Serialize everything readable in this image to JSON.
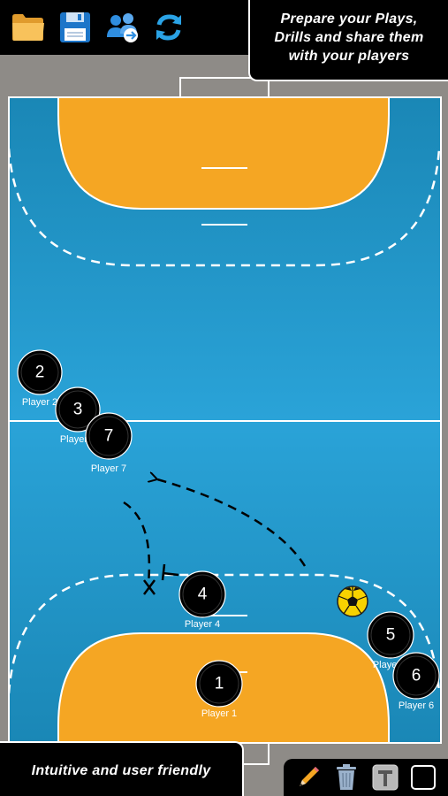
{
  "toolbar": {
    "icons": [
      "folder-icon",
      "save-icon",
      "share-players-icon",
      "sync-icon"
    ]
  },
  "promo_top": {
    "line1": "Prepare your Plays,",
    "line2": "Drills and share them",
    "line3": "with your players"
  },
  "promo_bottom": {
    "text": "Intuitive and user friendly"
  },
  "tools": {
    "icons": [
      "pencil-icon",
      "trash-icon",
      "text-tool-icon",
      "square-tool-icon"
    ]
  },
  "court": {
    "court_color": "#1f9ccd",
    "goal_area_color": "#f5a623",
    "surround_color": "#8e8b87",
    "line_color": "#ffffff"
  },
  "players": [
    {
      "number": "2",
      "label": "Player 2"
    },
    {
      "number": "3",
      "label": "Player 3"
    },
    {
      "number": "7",
      "label": "Player 7"
    },
    {
      "number": "4",
      "label": "Player 4"
    },
    {
      "number": "5",
      "label": "Player 5"
    },
    {
      "number": "6",
      "label": "Player 6"
    },
    {
      "number": "1",
      "label": "Player 1"
    }
  ],
  "ball": "ball-icon"
}
